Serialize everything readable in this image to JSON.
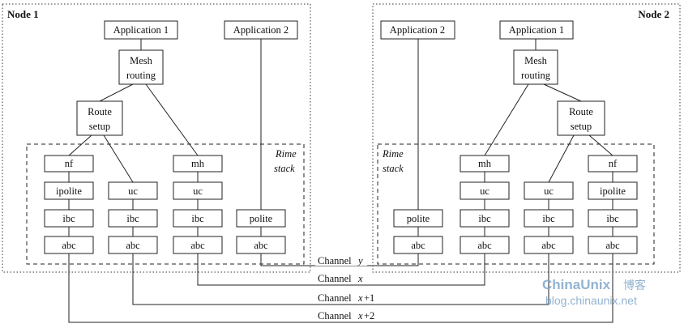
{
  "node1": {
    "title": "Node 1",
    "application1": "Application 1",
    "application2": "Application 2",
    "mesh": [
      "Mesh",
      "routing"
    ],
    "route": [
      "Route",
      "setup"
    ],
    "rime": [
      "Rime",
      "stack"
    ],
    "col1": [
      "nf",
      "ipolite",
      "ibc",
      "abc"
    ],
    "col2": [
      "uc",
      "ibc",
      "abc"
    ],
    "col3": [
      "mh",
      "uc",
      "ibc",
      "abc"
    ],
    "col4": [
      "polite",
      "abc"
    ]
  },
  "node2": {
    "title": "Node 2",
    "application2": "Application 2",
    "application1": "Application 1",
    "mesh": [
      "Mesh",
      "routing"
    ],
    "route": [
      "Route",
      "setup"
    ],
    "rime": [
      "Rime",
      "stack"
    ],
    "col1": [
      "polite",
      "abc"
    ],
    "col2": [
      "mh",
      "uc",
      "ibc",
      "abc"
    ],
    "col3": [
      "uc",
      "ibc",
      "abc"
    ],
    "col4": [
      "nf",
      "ipolite",
      "ibc",
      "abc"
    ]
  },
  "channels": [
    {
      "word": "Channel",
      "var": "y",
      "suffix": ""
    },
    {
      "word": "Channel",
      "var": "x",
      "suffix": ""
    },
    {
      "word": "Channel",
      "var": "x",
      "suffix": "+1"
    },
    {
      "word": "Channel",
      "var": "x",
      "suffix": "+2"
    }
  ],
  "watermark": {
    "brand": "ChinaUnix",
    "cn": "博客",
    "url": "blog.chinaunix.net",
    "color": "#7fa6c9"
  }
}
